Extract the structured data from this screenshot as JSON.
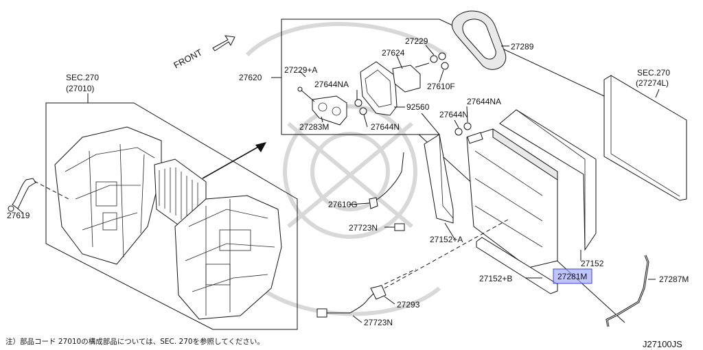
{
  "diagram": {
    "parts": {
      "p27010_sec": "SEC.270",
      "p27010_num": "(27010)",
      "p27274l_sec": "SEC.270",
      "p27274l_num": "(27274L)",
      "p27619": "27619",
      "p27620": "27620",
      "p27229a": "27229+A",
      "p27644na_top": "27644NA",
      "p27283m": "27283M",
      "p27644n_top": "27644N",
      "p27624": "27624",
      "p27229": "27229",
      "p27610f": "27610F",
      "p92560": "92560",
      "p27289": "27289",
      "p27644na_mid": "27644NA",
      "p27644n_mid": "27644N",
      "p27610g": "27610G",
      "p27723n_top": "27723N",
      "p27152a": "27152+A",
      "p27152": "27152",
      "p27152b": "27152+B",
      "p27281m": "27281M",
      "p27293": "27293",
      "p27723n_bottom": "27723N",
      "p27287m": "27287M"
    },
    "front_label": "FRONT",
    "footnote": "注）部品コード 27010の構成部品については、SEC. 270を参照してください。",
    "diagram_code": "J27100JS",
    "highlight_color": "#9fa6ff"
  }
}
